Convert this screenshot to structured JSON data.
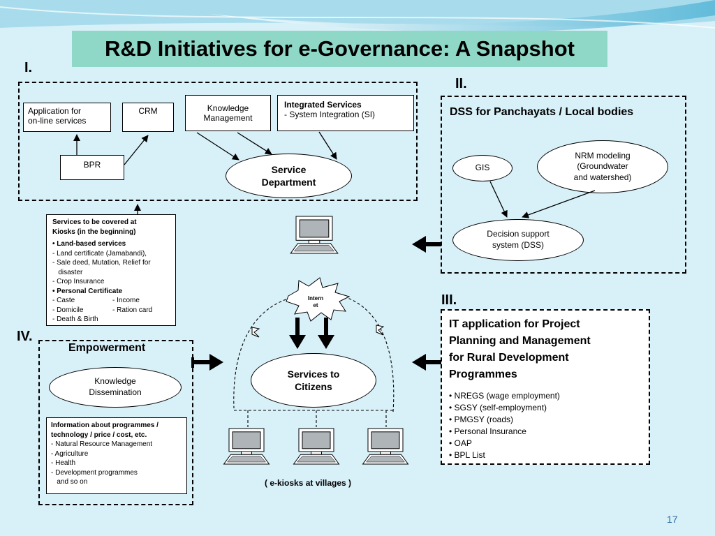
{
  "slide": {
    "title": "R&D Initiatives for e-Governance: A Snapshot",
    "page_number": "17",
    "colors": {
      "background": "#d8f0f8",
      "title_band": "#8fd8c8",
      "screen": "#aeb4b8"
    }
  },
  "section1": {
    "label": "I.",
    "app_box": "Application for\non-line services",
    "crm": "CRM",
    "bpr": "BPR",
    "km": "Knowledge\nManagement",
    "integrated_title": "Integrated Services",
    "integrated_item": "- System Integration  (SI)",
    "service_department": "Service\nDepartment"
  },
  "section2": {
    "label": "II.",
    "title": "DSS for Panchayats / Local bodies",
    "gis": "GIS",
    "nrm": "NRM modeling\n(Groundwater\nand watershed)",
    "dss": "Decision support\nsystem (DSS)"
  },
  "section3": {
    "label": "III.",
    "title": "IT application for Project\nPlanning and Management\nfor Rural Development\nProgrammes",
    "items": [
      "• NREGS (wage employment)",
      "• SGSY (self-employment)",
      "• PMGSY (roads)",
      "• Personal Insurance",
      "• OAP",
      "• BPL List"
    ]
  },
  "section4": {
    "label": "IV.",
    "title": "Empowerment",
    "knowledge": "Knowledge\nDissemination",
    "info_title": "Information about programmes /\ntechnology / price / cost, etc.",
    "info_items": [
      "- Natural Resource Management",
      "- Agriculture",
      "- Health",
      "- Development programmes",
      "   and so on"
    ]
  },
  "kiosk": {
    "title": "Services to be covered at\nKiosks (in the beginning)",
    "land_heading": "• Land-based services",
    "land_items": [
      "- Land certificate (Jamabandi),",
      "- Sale deed, Mutation, Relief for",
      "   disaster",
      "- Crop Insurance"
    ],
    "personal_heading": "• Personal Certificate",
    "personal_rows": [
      [
        "- Caste",
        "-  Income"
      ],
      [
        "- Domicile",
        "-  Ration card"
      ],
      [
        "- Death & Birth",
        ""
      ]
    ]
  },
  "center": {
    "internet": "Intern\net",
    "services_to_citizens": "Services to\nCitizens",
    "ekiosks": "( e-kiosks at villages )"
  }
}
